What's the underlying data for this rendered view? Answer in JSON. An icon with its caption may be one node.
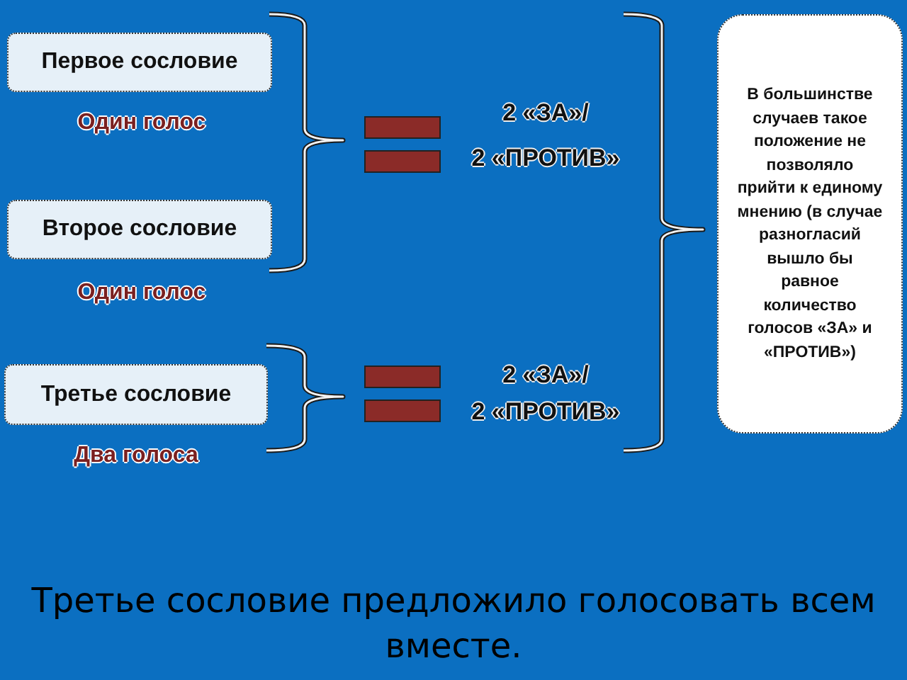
{
  "diagram": {
    "nodes": [
      {
        "text": [
          "Первое сословие"
        ],
        "beside": [
          "Один голос"
        ]
      },
      {
        "text": [
          "Второе сословие"
        ],
        "beside": [
          "Один голос"
        ]
      },
      {
        "text": [
          "Третье сословие"
        ],
        "beside": [
          "Два голоса"
        ]
      },
      {
        "text": [
          "В большинстве случаев такое положение не позволяло прийти к единому мнению (в случае разногласий вышло бы равное количество голосов «ЗА» и «ПРОТИВ»)"
        ]
      }
    ],
    "labels": [
      "2 «ЗА»/",
      "2 «ПРОТИВ»",
      "2 «ЗА»/",
      "2 «ПРОТИВ»"
    ],
    "caption": "Третье сословие предложило голосовать всем вместе."
  }
}
